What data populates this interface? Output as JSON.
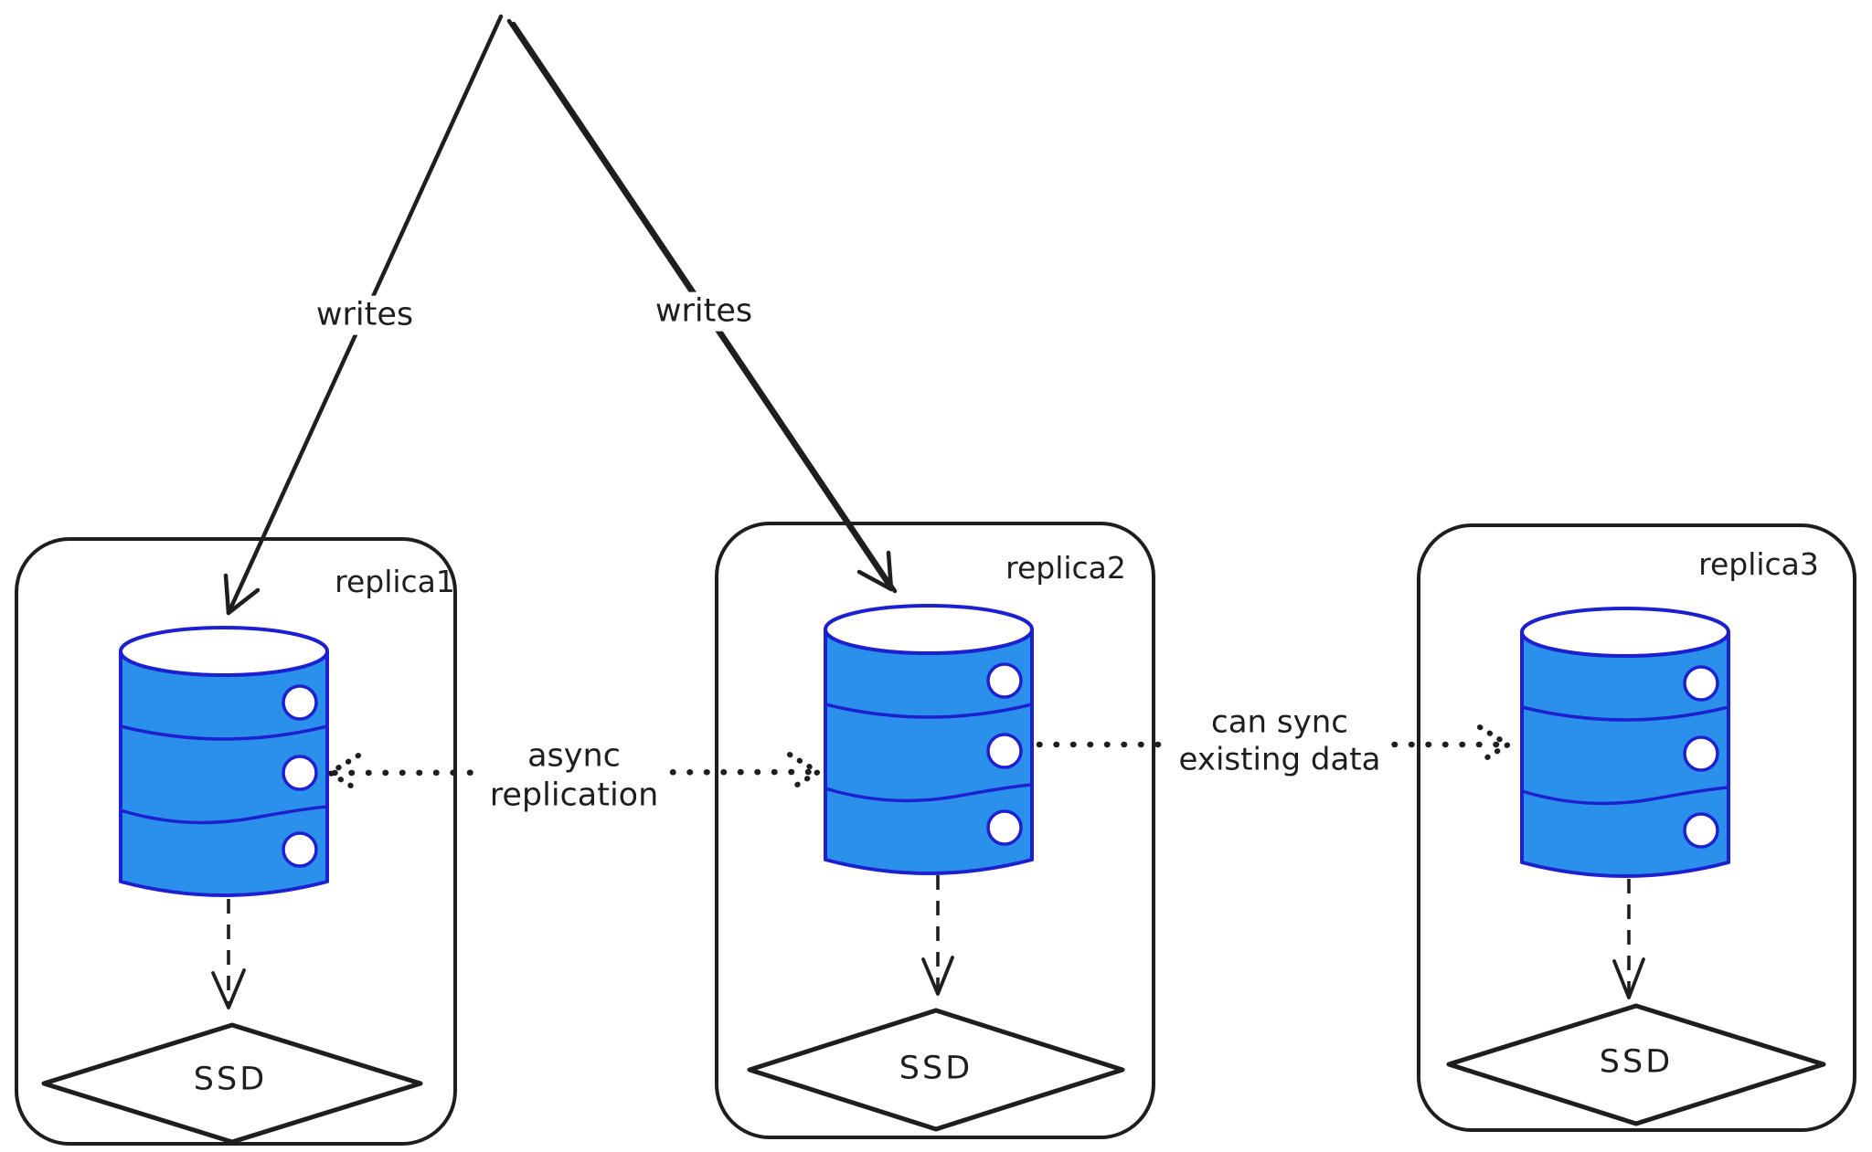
{
  "colors": {
    "ink": "#1e1e1e",
    "db_fill": "#2a90ec",
    "db_stroke": "#1c20cf",
    "paper": "#ffffff"
  },
  "arrows": {
    "writes_left": {
      "label": "writes",
      "style": "solid-arrow"
    },
    "writes_right": {
      "label": "writes",
      "style": "solid-arrow"
    },
    "async_replication": {
      "label": "async\nreplication",
      "style": "dotted-double-arrow"
    },
    "can_sync": {
      "label": "can sync\nexisting data",
      "style": "dotted-arrow"
    },
    "db_to_storage": {
      "style": "dashed-arrow"
    }
  },
  "replicas": [
    {
      "name": "replica1",
      "icon": "database-icon",
      "storage": "SSD",
      "storage_shape": "diamond"
    },
    {
      "name": "replica2",
      "icon": "database-icon",
      "storage": "SSD",
      "storage_shape": "diamond"
    },
    {
      "name": "replica3",
      "icon": "database-icon",
      "storage": "SSD",
      "storage_shape": "diamond"
    }
  ]
}
